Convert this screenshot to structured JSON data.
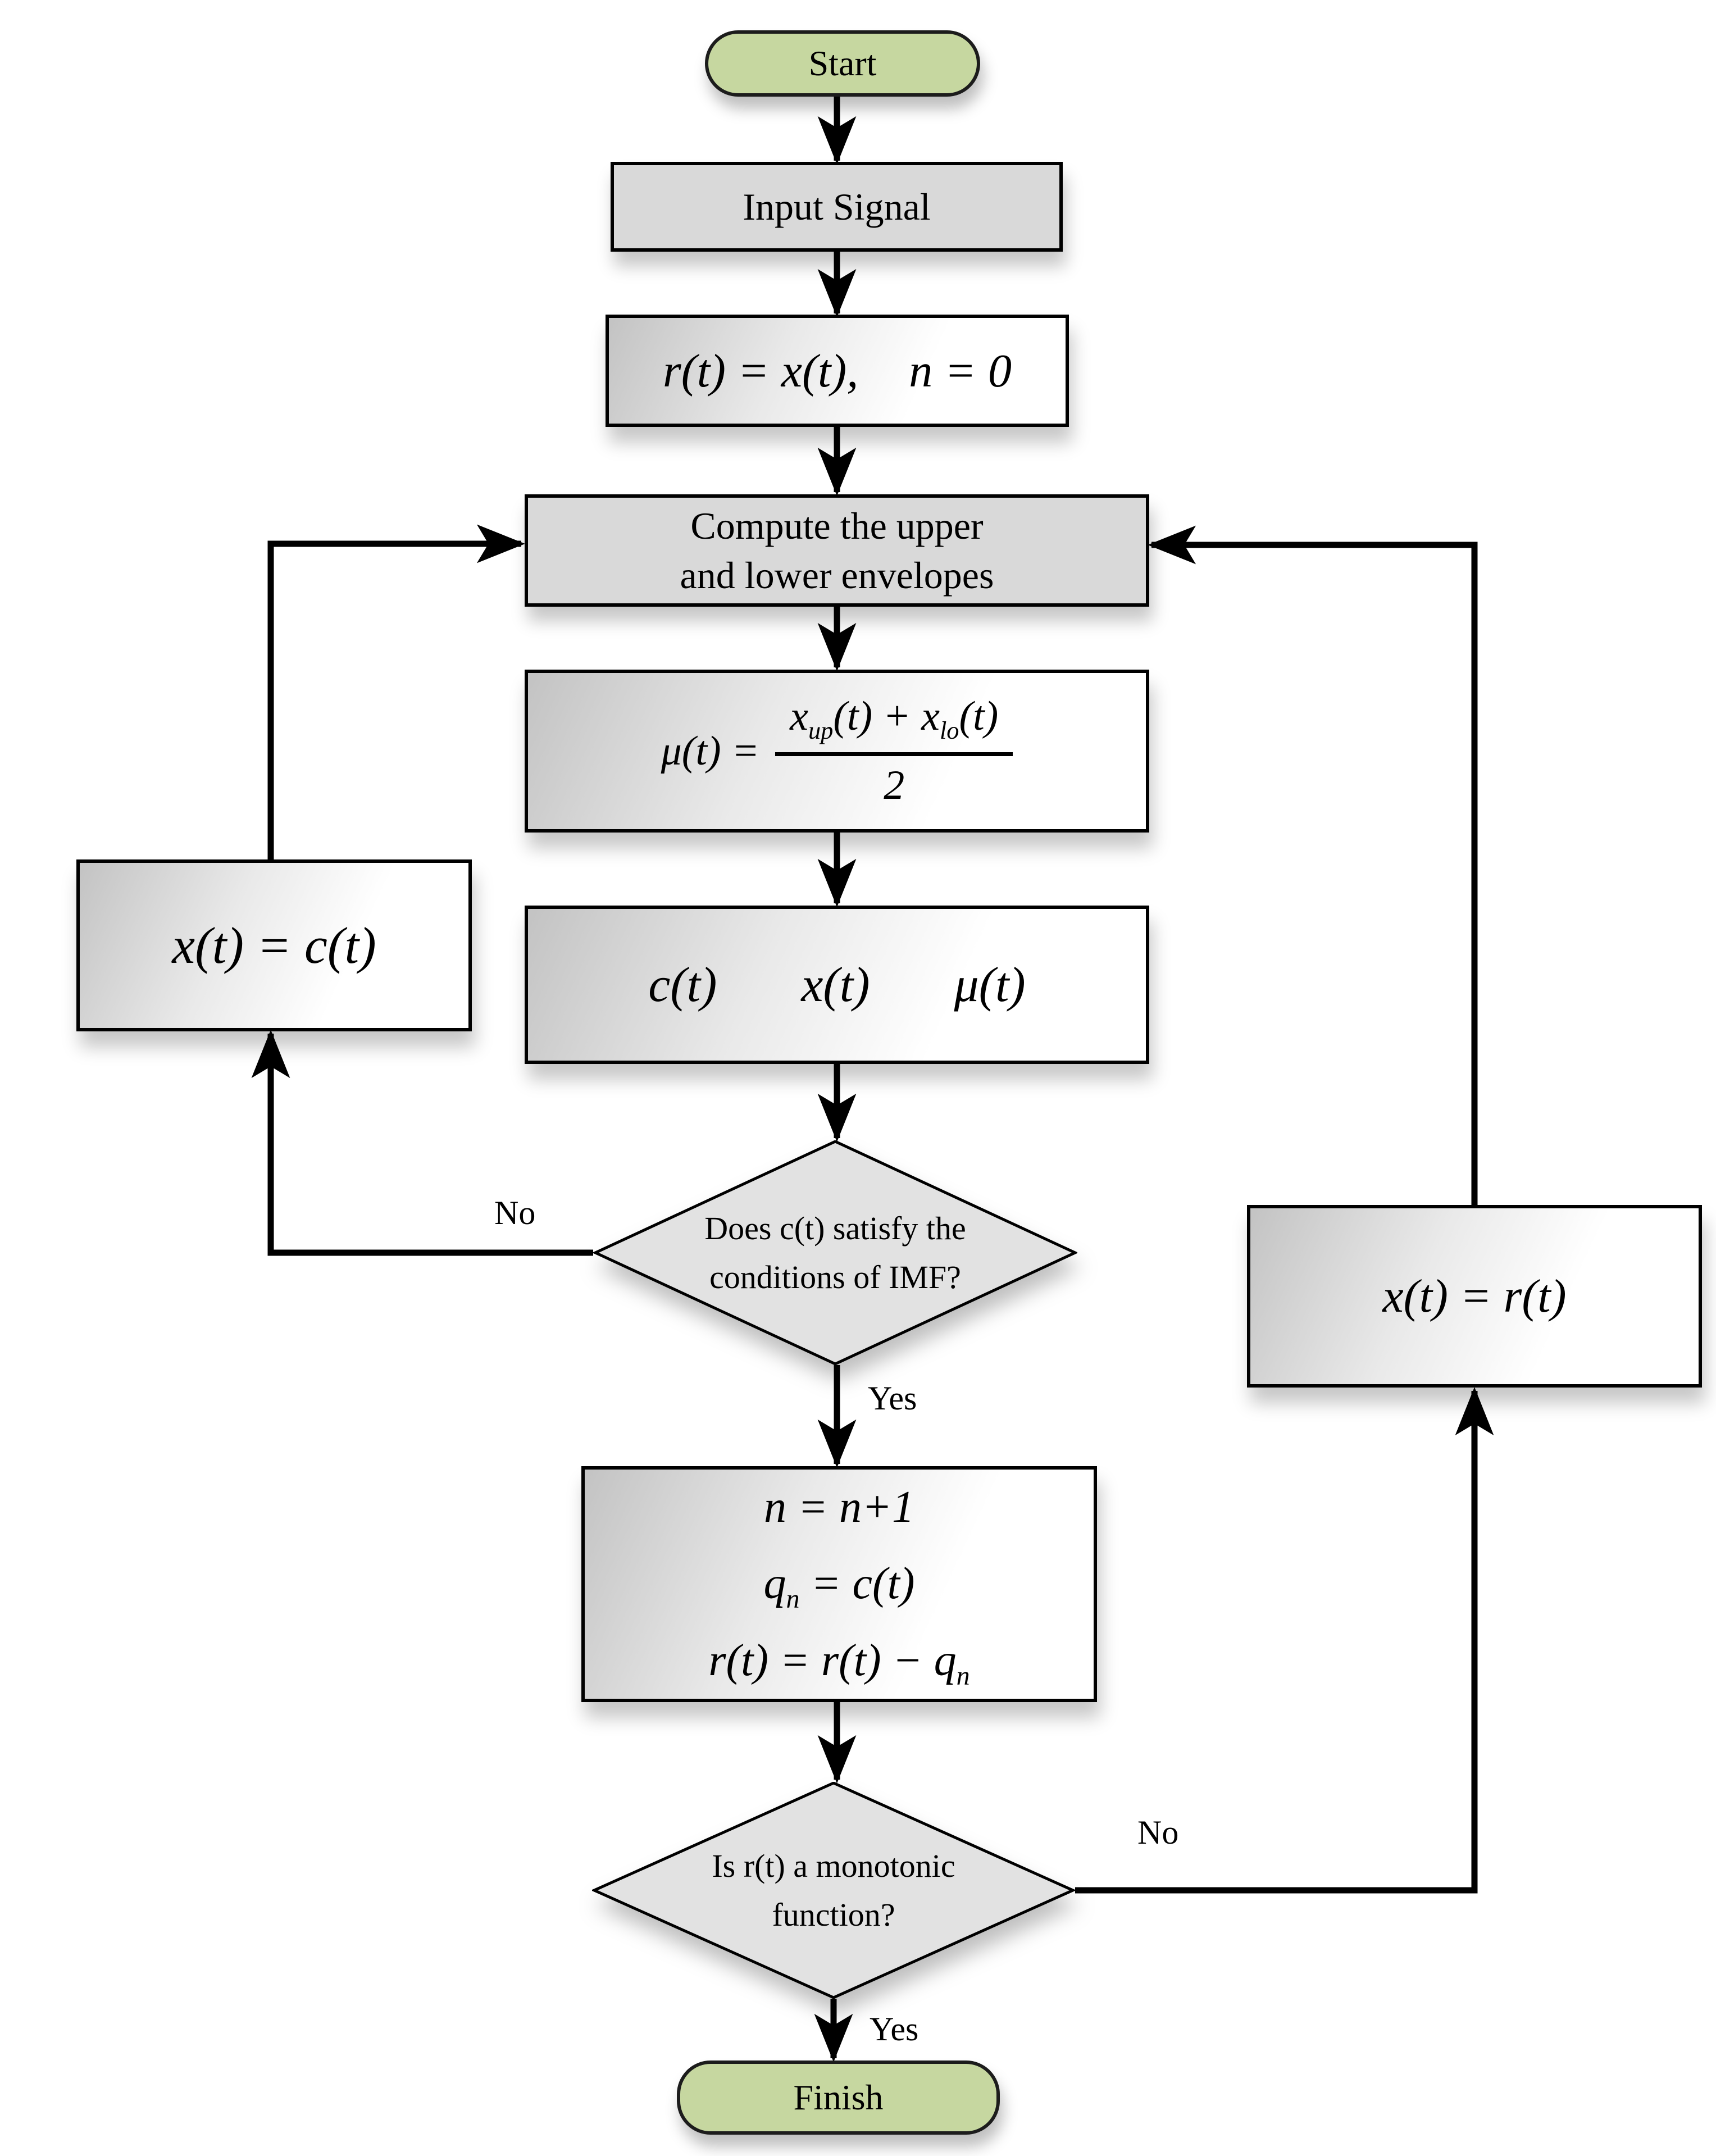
{
  "nodes": {
    "start": {
      "label": "Start"
    },
    "input_signal": {
      "label": "Input Signal"
    },
    "init": {
      "left": "r(t) = x(t),",
      "right": "n = 0"
    },
    "envelopes": {
      "line1": "Compute the upper",
      "line2": "and lower envelopes"
    },
    "mean": {
      "lhs": "μ(t) =",
      "num_base1": "x",
      "num_sub1": "up",
      "num_mid": "(t) + x",
      "num_sub2": "lo",
      "num_tail": "(t)",
      "den": "2"
    },
    "subtract": {
      "t1": "c(t)",
      "t2": "x(t)",
      "t3": "μ(t)"
    },
    "imf_decision": {
      "line1": "Does c(t) satisfy the",
      "line2": "conditions of IMF?"
    },
    "sift": {
      "line1": "n = n+1",
      "line2_base": "q",
      "line2_sub": "n",
      "line2_rest": " = c(t)",
      "line3_base": "r(t) = r(t) − q",
      "line3_sub": "n"
    },
    "mono_decision": {
      "line1": "Is r(t) a monotonic",
      "line2": "function?"
    },
    "finish": {
      "label": "Finish"
    },
    "assign_c": {
      "formula": "x(t) = c(t)"
    },
    "assign_r": {
      "formula": "x(t) = r(t)"
    }
  },
  "edge_labels": {
    "imf_no": "No",
    "imf_yes": "Yes",
    "mono_no": "No",
    "mono_yes": "Yes"
  },
  "colors": {
    "terminal_fill": "#c6d7a0",
    "terminal_border": "#1c1c1c",
    "process_flat": "#d9d9d9",
    "process_gradient_dark": "#c3c3c3",
    "diamond_fill": "#e2e2e2",
    "border": "#000000",
    "arrow": "#000000",
    "canvas": "#ffffff"
  }
}
